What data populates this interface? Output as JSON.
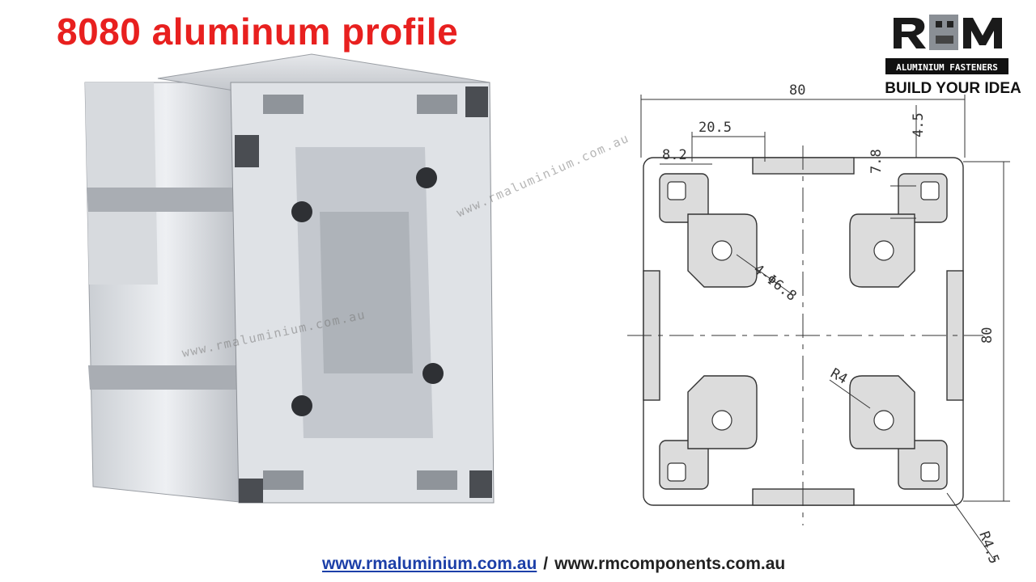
{
  "title": "8080 aluminum profile",
  "logo": {
    "letters": "RM",
    "text": "ALUMINIUM FASTENERS",
    "tagline": "BUILD YOUR IDEA"
  },
  "watermarks": {
    "photo": "www.rmaluminium.com.au",
    "drawing": "www.rmaluminium.com.au"
  },
  "drawing": {
    "dim_width": "80",
    "dim_height": "80",
    "dim_slot": "20.5",
    "dim_opening": "8.2",
    "dim_wall": "4.5",
    "dim_depth": "7.8",
    "dim_holes": "4-Φ6.8",
    "dim_r4": "R4",
    "dim_r45": "R4.5"
  },
  "footer": {
    "link1": "www.rmaluminium.com.au",
    "separator": "/",
    "link2": "www.rmcomponents.com.au"
  },
  "colors": {
    "title": "#e8201f",
    "link": "#1c3fa8",
    "profile_fill": "#dcdcdc",
    "profile_stroke": "#333333"
  }
}
